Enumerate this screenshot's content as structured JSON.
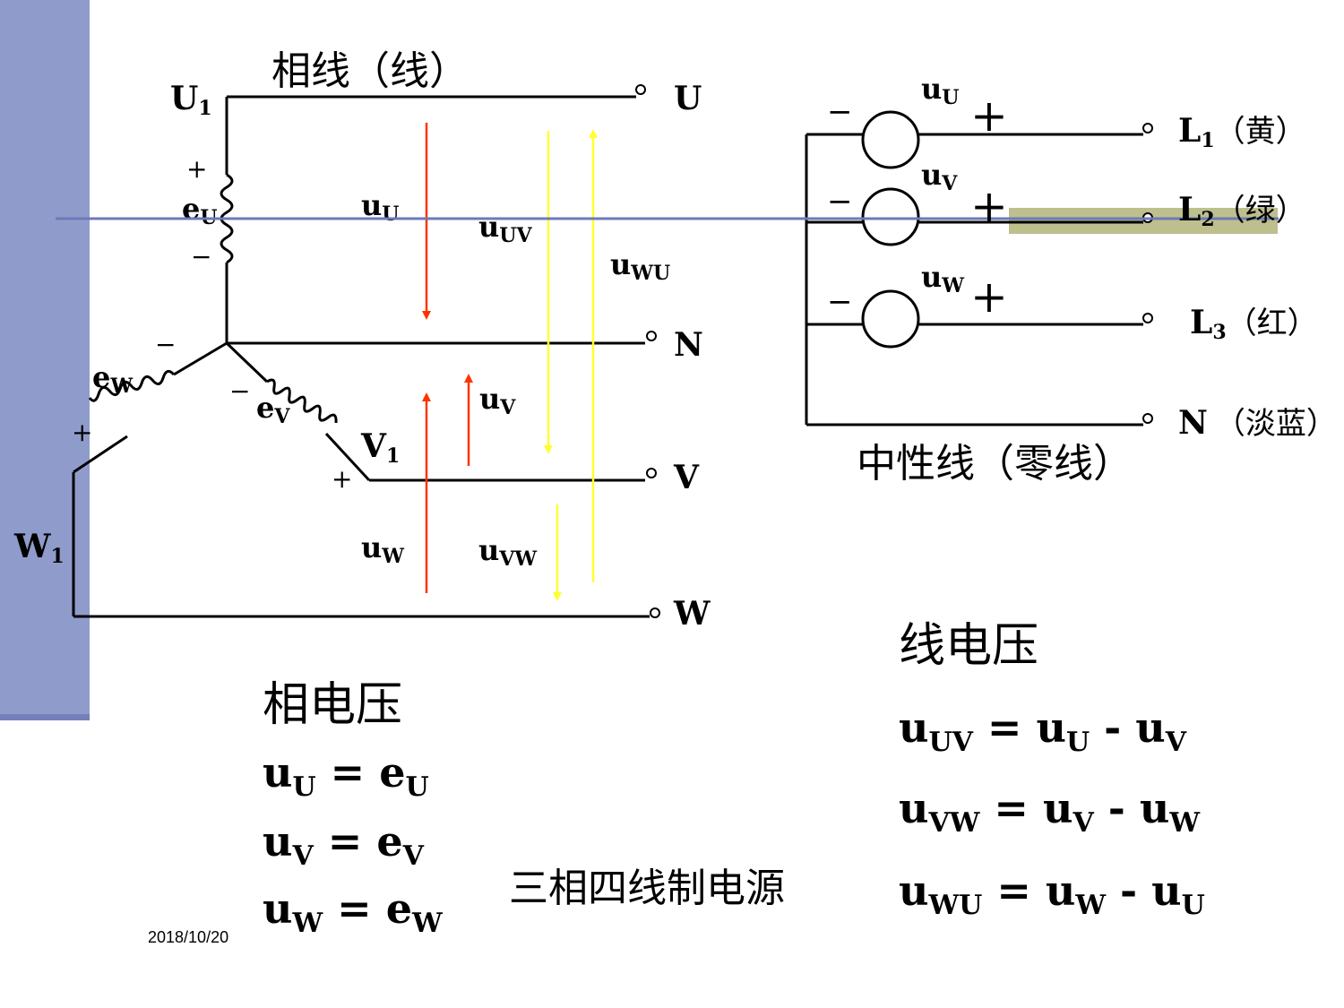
{
  "colors": {
    "sidebar": "#8f9ccb",
    "highlight": "#bdbf8d",
    "phase_arrow": "#ff3300",
    "line_arrow": "#ffff33",
    "guide_line": "#6f79b8"
  },
  "left_circuit": {
    "top_label": "相线（线）",
    "terminal_u1": {
      "main": "U",
      "sub": "1"
    },
    "terminal_v1": {
      "main": "V",
      "sub": "1"
    },
    "terminal_w1": {
      "main": "W",
      "sub": "1"
    },
    "emf_u": {
      "main": "e",
      "sub": "U"
    },
    "emf_v": {
      "main": "e",
      "sub": "V"
    },
    "emf_w": {
      "main": "e",
      "sub": "W"
    },
    "plus": "+",
    "minus": "−",
    "out_u": "U",
    "out_n": "N",
    "out_v": "V",
    "out_w": "W",
    "phase_u": {
      "main": "u",
      "sub": "U"
    },
    "phase_v": {
      "main": "u",
      "sub": "V"
    },
    "phase_w": {
      "main": "u",
      "sub": "W"
    },
    "line_uv": {
      "main": "u",
      "sub": "UV"
    },
    "line_wu": {
      "main": "u",
      "sub": "WU"
    },
    "line_vw": {
      "main": "u",
      "sub": "VW"
    }
  },
  "right_circuit": {
    "src_u": {
      "main": "u",
      "sub": "U"
    },
    "src_v": {
      "main": "u",
      "sub": "V"
    },
    "src_w": {
      "main": "u",
      "sub": "W"
    },
    "plus": "+",
    "minus": "−",
    "l1": {
      "main": "L",
      "sub": "1",
      "note": "（黄）"
    },
    "l2": {
      "main": "L",
      "sub": "2",
      "note": "（绿）"
    },
    "l3": {
      "main": "L",
      "sub": "3",
      "note": "（红）"
    },
    "n": {
      "main": "N",
      "note": "（淡蓝）"
    },
    "neutral_label": "中性线（零线）"
  },
  "phase_voltage": {
    "title": "相电压",
    "eq1": {
      "l": "u",
      "ls": "U",
      "eq": " = ",
      "r": "e",
      "rs": "U"
    },
    "eq2": {
      "l": "u",
      "ls": "V",
      "eq": " = ",
      "r": "e",
      "rs": "V"
    },
    "eq3": {
      "l": "u",
      "ls": "W",
      "eq": " = ",
      "r": "e",
      "rs": "W"
    }
  },
  "line_voltage": {
    "title": "线电压",
    "eq1": {
      "l": "u",
      "ls": "UV",
      "eq": " = ",
      "a": "u",
      "as": "U",
      "op": " - ",
      "b": "u",
      "bs": "V"
    },
    "eq2": {
      "l": "u",
      "ls": "VW",
      "eq": " = ",
      "a": "u",
      "as": "V",
      "op": " - ",
      "b": "u",
      "bs": "W"
    },
    "eq3": {
      "l": "u",
      "ls": "WU",
      "eq": " = ",
      "a": "u",
      "as": "W",
      "op": " - ",
      "b": "u",
      "bs": "U"
    }
  },
  "caption": "三相四线制电源",
  "date": "2018/10/20"
}
